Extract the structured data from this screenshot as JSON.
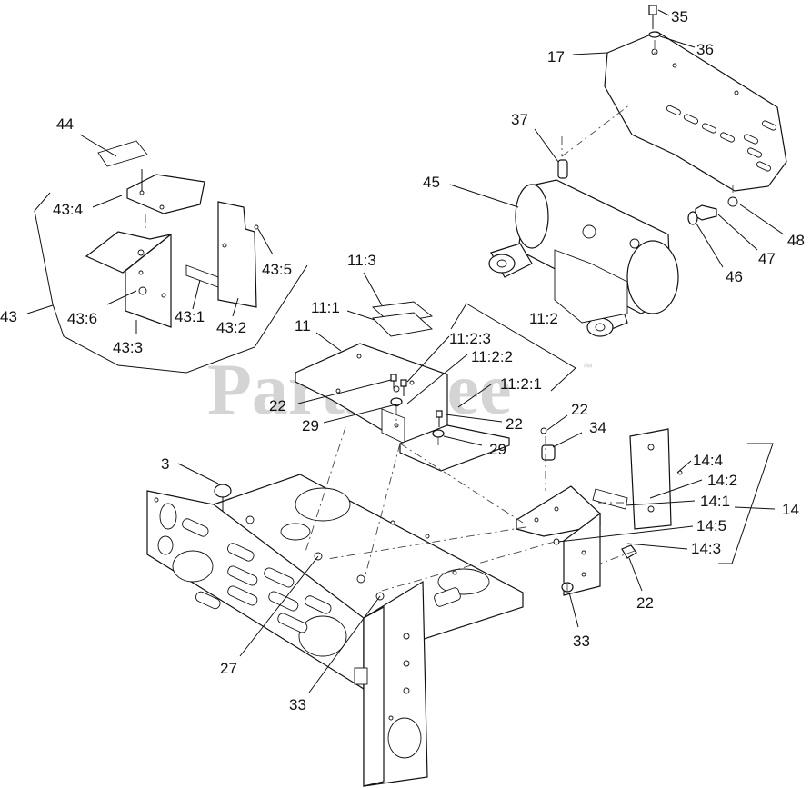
{
  "watermark": {
    "text": "PartsTree",
    "trademark": "™"
  },
  "labels": {
    "l35": "35",
    "l36": "36",
    "l17": "17",
    "l37": "37",
    "l45": "45",
    "l48": "48",
    "l47": "47",
    "l46": "46",
    "l44": "44",
    "l43_4": "43:4",
    "l43_5": "43:5",
    "l43": "43",
    "l43_6": "43:6",
    "l43_1": "43:1",
    "l43_2": "43:2",
    "l43_3": "43:3",
    "l11_3": "11:3",
    "l11_1": "11:1",
    "l11": "11",
    "l11_2": "11:2",
    "l11_2_3": "11:2:3",
    "l11_2_2": "11:2:2",
    "l11_2_1": "11:2:1",
    "l22_a": "22",
    "l29_a": "29",
    "l22_b": "22",
    "l29_b": "29",
    "l22_c": "22",
    "l34": "34",
    "l3": "3",
    "l14_4": "14:4",
    "l14_2": "14:2",
    "l14_1": "14:1",
    "l14": "14",
    "l14_5": "14:5",
    "l14_3": "14:3",
    "l22_d": "22",
    "l33_a": "33",
    "l27": "27",
    "l33_b": "33"
  }
}
